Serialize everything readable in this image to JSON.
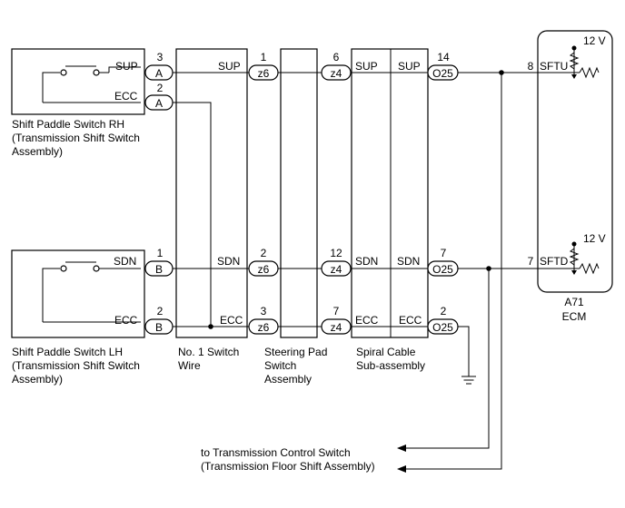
{
  "components": {
    "rh_switch": {
      "line1": "Shift Paddle Switch RH",
      "line2": "(Transmission Shift Switch",
      "line3": "Assembly)"
    },
    "lh_switch": {
      "line1": "Shift Paddle Switch LH",
      "line2": "(Transmission Shift Switch",
      "line3": "Assembly)"
    },
    "no1_wire": {
      "line1": "No. 1 Switch",
      "line2": "Wire"
    },
    "steering_pad": {
      "line1": "Steering Pad",
      "line2": "Switch",
      "line3": "Assembly"
    },
    "spiral_cable": {
      "line1": "Spiral Cable",
      "line2": "Sub-assembly"
    },
    "ecm": {
      "code": "A71",
      "name": "ECM"
    }
  },
  "signals": {
    "sup": "SUP",
    "sdn": "SDN",
    "ecc": "ECC",
    "sftu": "SFTU",
    "sftd": "SFTD",
    "voltage": "12 V"
  },
  "connectors": {
    "a": "A",
    "b": "B",
    "z6": "z6",
    "z4": "z4",
    "o25": "O25"
  },
  "pins": {
    "rh_sup": "3",
    "rh_ecc": "2",
    "lh_sdn": "1",
    "lh_ecc": "2",
    "z6_sup": "1",
    "z6_sdn": "2",
    "z6_ecc": "3",
    "z4_sup": "6",
    "z4_sdn": "12",
    "z4_ecc": "7",
    "o25_sup": "14",
    "o25_sdn": "7",
    "o25_ecc": "2",
    "ecm_sftu": "8",
    "ecm_sftd": "7"
  },
  "note": {
    "line1": "to Transmission Control Switch",
    "line2": "(Transmission Floor Shift Assembly)"
  }
}
